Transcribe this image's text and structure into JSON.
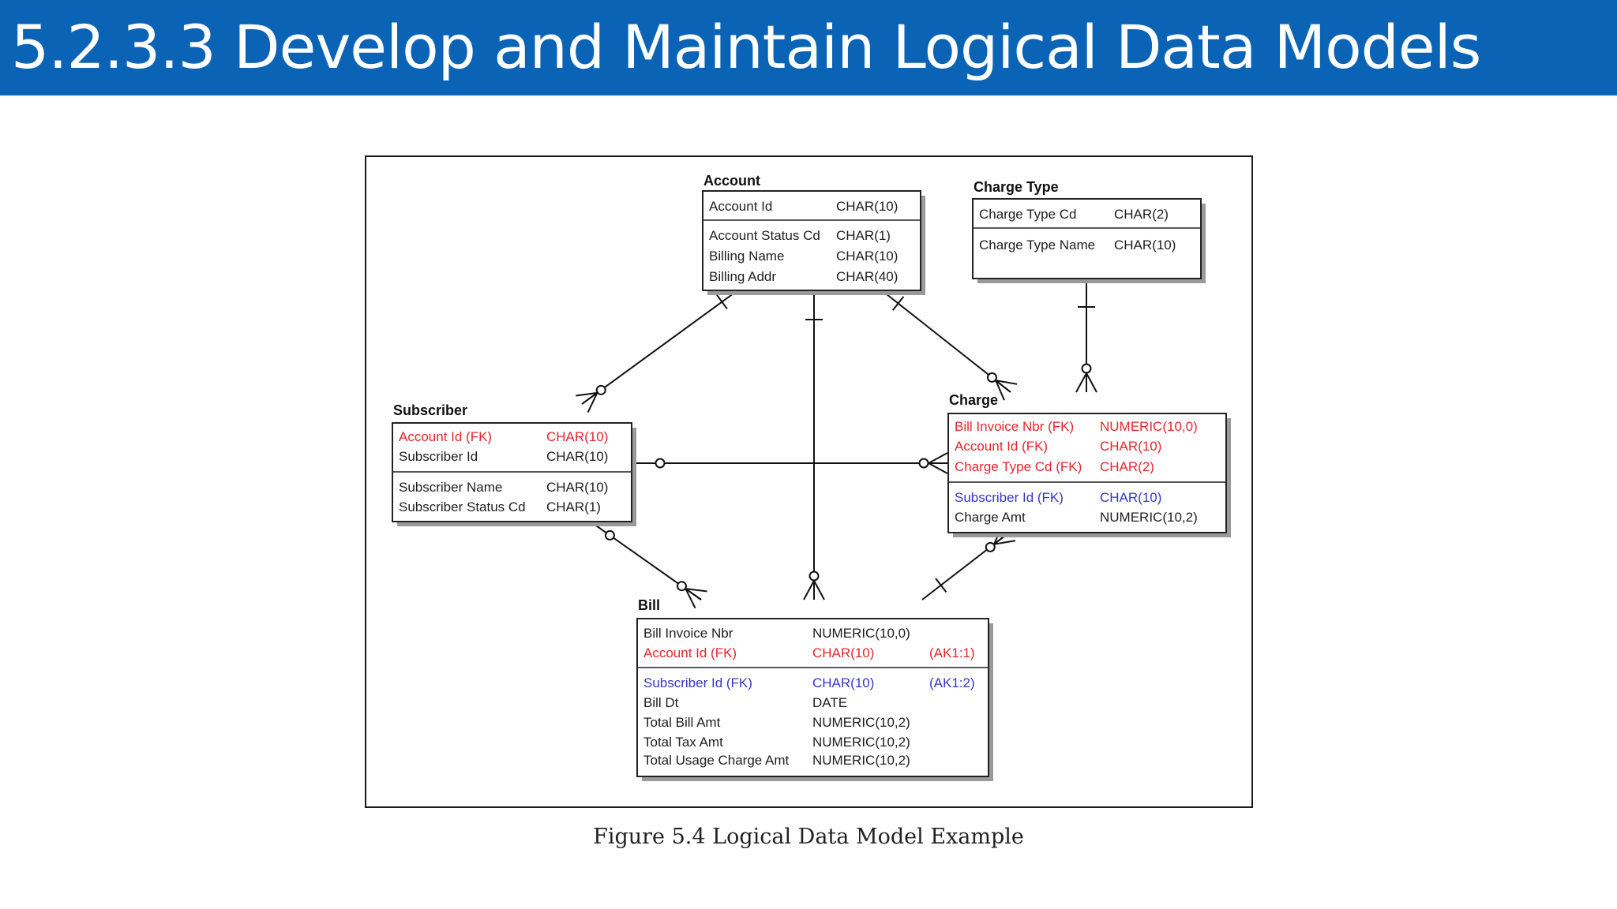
{
  "slide": {
    "title": "5.2.3.3 Develop and Maintain Logical Data Models",
    "caption": "Figure 5.4 Logical Data Model Example"
  },
  "colors": {
    "header": "#0a63b5",
    "fk_red": "#e8242c",
    "fk_blue": "#3636c8",
    "text": "#1e1e1e"
  },
  "entities": [
    {
      "id": "account",
      "name": "Account",
      "keys": [
        {
          "name": "Account Id",
          "type": "CHAR(10)",
          "ak": "",
          "color": "normal"
        }
      ],
      "attributes": [
        {
          "name": "Account Status Cd",
          "type": "CHAR(1)",
          "ak": "",
          "color": "normal"
        },
        {
          "name": "Billing Name",
          "type": "CHAR(10)",
          "ak": "",
          "color": "normal"
        },
        {
          "name": "Billing Addr",
          "type": "CHAR(40)",
          "ak": "",
          "color": "normal"
        }
      ]
    },
    {
      "id": "charge-type",
      "name": "Charge Type",
      "keys": [
        {
          "name": "Charge Type Cd",
          "type": "CHAR(2)",
          "ak": "",
          "color": "normal"
        }
      ],
      "attributes": [
        {
          "name": "Charge Type Name",
          "type": "CHAR(10)",
          "ak": "",
          "color": "normal"
        }
      ]
    },
    {
      "id": "subscriber",
      "name": "Subscriber",
      "keys": [
        {
          "name": "Account Id (FK)",
          "type": "CHAR(10)",
          "ak": "",
          "color": "red"
        },
        {
          "name": "Subscriber Id",
          "type": "CHAR(10)",
          "ak": "",
          "color": "normal"
        }
      ],
      "attributes": [
        {
          "name": "Subscriber Name",
          "type": "CHAR(10)",
          "ak": "",
          "color": "normal"
        },
        {
          "name": "Subscriber Status Cd",
          "type": "CHAR(1)",
          "ak": "",
          "color": "normal"
        }
      ]
    },
    {
      "id": "charge",
      "name": "Charge",
      "keys": [
        {
          "name": "Bill Invoice Nbr (FK)",
          "type": "NUMERIC(10,0)",
          "ak": "",
          "color": "red"
        },
        {
          "name": "Account Id (FK)",
          "type": "CHAR(10)",
          "ak": "",
          "color": "red"
        },
        {
          "name": "Charge Type Cd (FK)",
          "type": "CHAR(2)",
          "ak": "",
          "color": "red"
        }
      ],
      "attributes": [
        {
          "name": "Subscriber Id (FK)",
          "type": "CHAR(10)",
          "ak": "",
          "color": "blue"
        },
        {
          "name": "Charge Amt",
          "type": "NUMERIC(10,2)",
          "ak": "",
          "color": "normal"
        }
      ]
    },
    {
      "id": "bill",
      "name": "Bill",
      "keys": [
        {
          "name": "Bill Invoice Nbr",
          "type": "NUMERIC(10,0)",
          "ak": "",
          "color": "normal"
        },
        {
          "name": "Account Id (FK)",
          "type": "CHAR(10)",
          "ak": "(AK1:1)",
          "color": "red"
        }
      ],
      "attributes": [
        {
          "name": "Subscriber Id (FK)",
          "type": "CHAR(10)",
          "ak": "(AK1:2)",
          "color": "blue"
        },
        {
          "name": "Bill Dt",
          "type": "DATE",
          "ak": "",
          "color": "normal"
        },
        {
          "name": "Total Bill Amt",
          "type": "NUMERIC(10,2)",
          "ak": "",
          "color": "normal"
        },
        {
          "name": "Total Tax Amt",
          "type": "NUMERIC(10,2)",
          "ak": "",
          "color": "normal"
        },
        {
          "name": "Total Usage Charge Amt",
          "type": "NUMERIC(10,2)",
          "ak": "",
          "color": "normal"
        }
      ]
    }
  ],
  "relationships": [
    {
      "from": "account",
      "to": "subscriber",
      "from_end": "one",
      "to_end": "zero-or-many"
    },
    {
      "from": "account",
      "to": "bill",
      "from_end": "one",
      "to_end": "zero-or-many"
    },
    {
      "from": "account",
      "to": "charge",
      "from_end": "one",
      "to_end": "zero-or-many"
    },
    {
      "from": "charge-type",
      "to": "charge",
      "from_end": "one",
      "to_end": "zero-or-many"
    },
    {
      "from": "subscriber",
      "to": "charge",
      "from_end": "zero-or-one",
      "to_end": "zero-or-many"
    },
    {
      "from": "subscriber",
      "to": "bill",
      "from_end": "zero-or-one",
      "to_end": "zero-or-many"
    },
    {
      "from": "bill",
      "to": "charge",
      "from_end": "one",
      "to_end": "zero-or-many"
    }
  ]
}
